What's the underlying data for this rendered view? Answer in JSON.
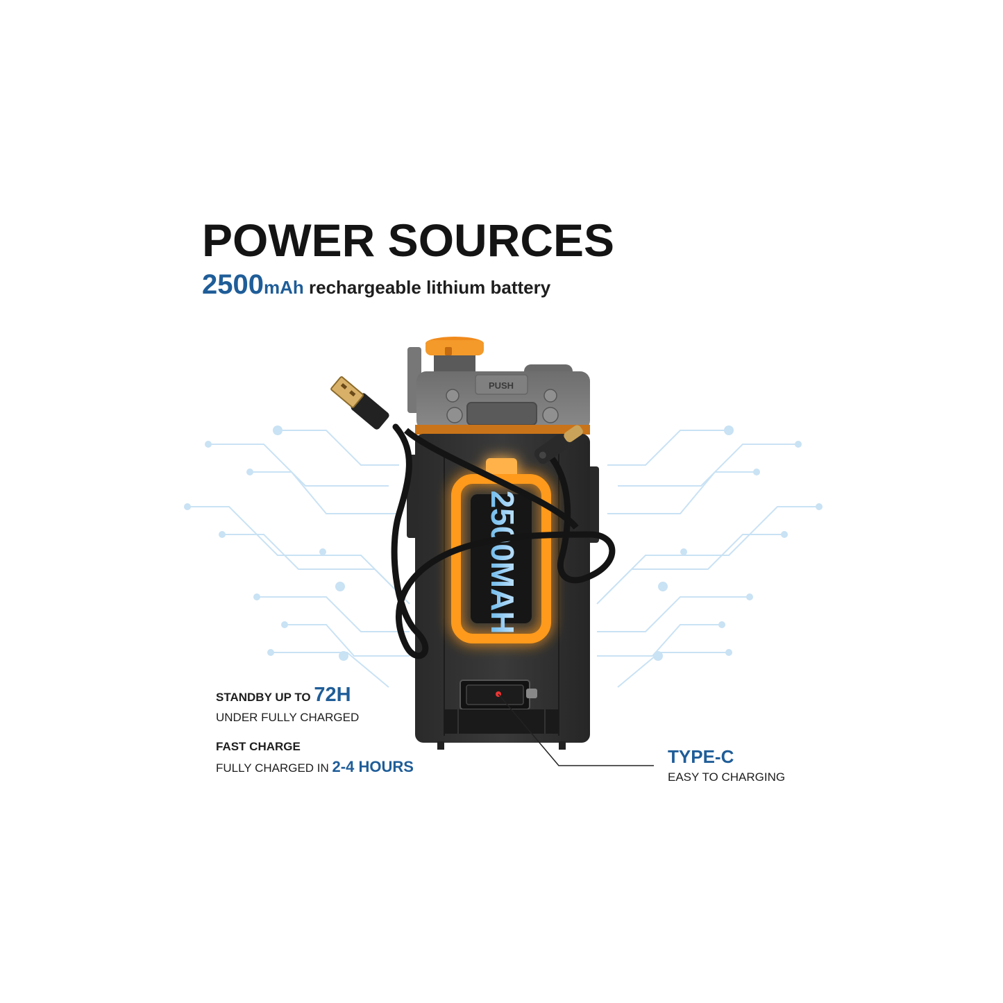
{
  "header": {
    "title": "POWER SOURCES",
    "capacity_value": "2500",
    "capacity_unit": "mAh",
    "capacity_text": " rechargeable lithium battery"
  },
  "device": {
    "push_label": "PUSH",
    "battery_label": "2500MAH"
  },
  "specs": {
    "standby_head": "STANDBY UP TO ",
    "standby_value": "72H",
    "standby_sub": "UNDER FULLY CHARGED",
    "fast_head": "FAST CHARGE",
    "fast_sub": "FULLY CHARGED IN ",
    "fast_value": "2-4 HOURS",
    "typec_head": "TYPE-C",
    "typec_sub": "EASY TO CHARGING"
  },
  "colors": {
    "accent_blue": "#1f5d98",
    "glow_orange": "#ff9a1f",
    "circuit_blue": "#bcdcf2"
  }
}
